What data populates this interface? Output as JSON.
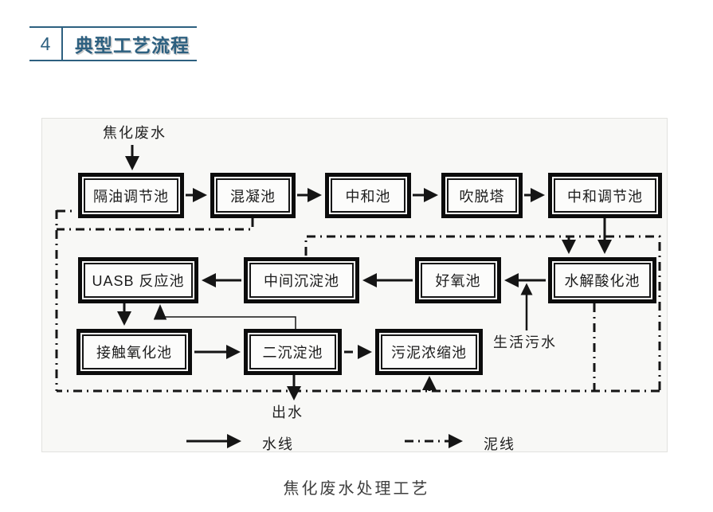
{
  "colors": {
    "accent": "#2d6080",
    "ink": "#151515",
    "caption": "#3f3f3f"
  },
  "header": {
    "number": "4",
    "title": "典型工艺流程"
  },
  "diagram": {
    "source_label": "焦化废水",
    "sewage_label": "生活污水",
    "effluent_label": "出水",
    "nodes": [
      {
        "id": "oil-separation-regulating-tank",
        "label": "隔油调节池"
      },
      {
        "id": "coagulation-tank",
        "label": "混凝池"
      },
      {
        "id": "neutralization-tank",
        "label": "中和池"
      },
      {
        "id": "stripping-tower",
        "label": "吹脱塔"
      },
      {
        "id": "neutralization-regulating-tank",
        "label": "中和调节池"
      },
      {
        "id": "uasb-reactor",
        "label": "UASB 反应池"
      },
      {
        "id": "intermediate-settling-tank",
        "label": "中间沉淀池"
      },
      {
        "id": "aerobic-tank",
        "label": "好氧池"
      },
      {
        "id": "hydrolysis-acidification-tank",
        "label": "水解酸化池"
      },
      {
        "id": "contact-oxidation-tank",
        "label": "接触氧化池"
      },
      {
        "id": "secondary-settling-tank",
        "label": "二沉淀池"
      },
      {
        "id": "sludge-thickening-tank",
        "label": "污泥浓缩池"
      }
    ],
    "legend": {
      "water_label": "水线",
      "sludge_label": "泥线"
    }
  },
  "caption": "焦化废水处理工艺"
}
